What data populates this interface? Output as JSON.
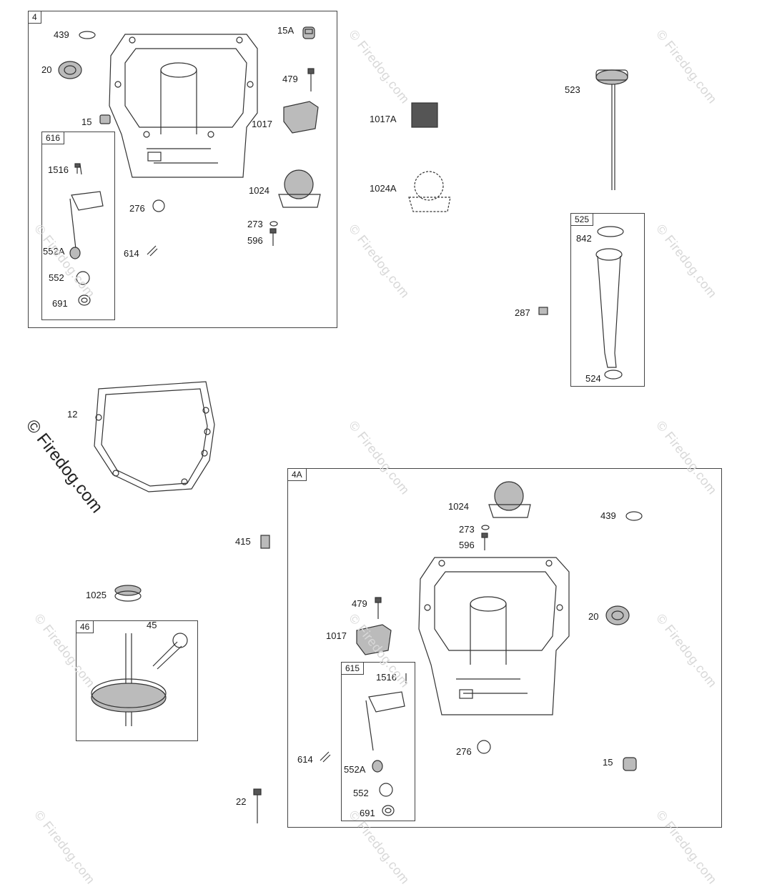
{
  "boxes": {
    "b4": "4",
    "b616": "616",
    "b525": "525",
    "b4a": "4A",
    "b46": "46",
    "b615": "615"
  },
  "labels": {
    "l439a": "439",
    "l20a": "20",
    "l15a": "15A",
    "l479a": "479",
    "l15b": "15",
    "l1017a": "1017",
    "l1516a": "1516",
    "l1024a": "1024",
    "l276a": "276",
    "l273a": "273",
    "l596a": "596",
    "l552Aa": "552A",
    "l614a": "614",
    "l552a": "552",
    "l691a": "691",
    "l1017A": "1017A",
    "l1024A": "1024A",
    "l523": "523",
    "l842": "842",
    "l287": "287",
    "l524": "524",
    "l12": "12",
    "l1024b": "1024",
    "l439b": "439",
    "l273b": "273",
    "l596b": "596",
    "l415": "415",
    "l1025": "1025",
    "l479b": "479",
    "l20b": "20",
    "l45": "45",
    "l1017b": "1017",
    "l1516b": "1516",
    "l276b": "276",
    "l614b": "614",
    "l552Ab": "552A",
    "l15c": "15",
    "l552b": "552",
    "l22": "22",
    "l691b": "691"
  },
  "watermark": {
    "text": "© Firedog.com",
    "main": "© Firedog.com"
  }
}
